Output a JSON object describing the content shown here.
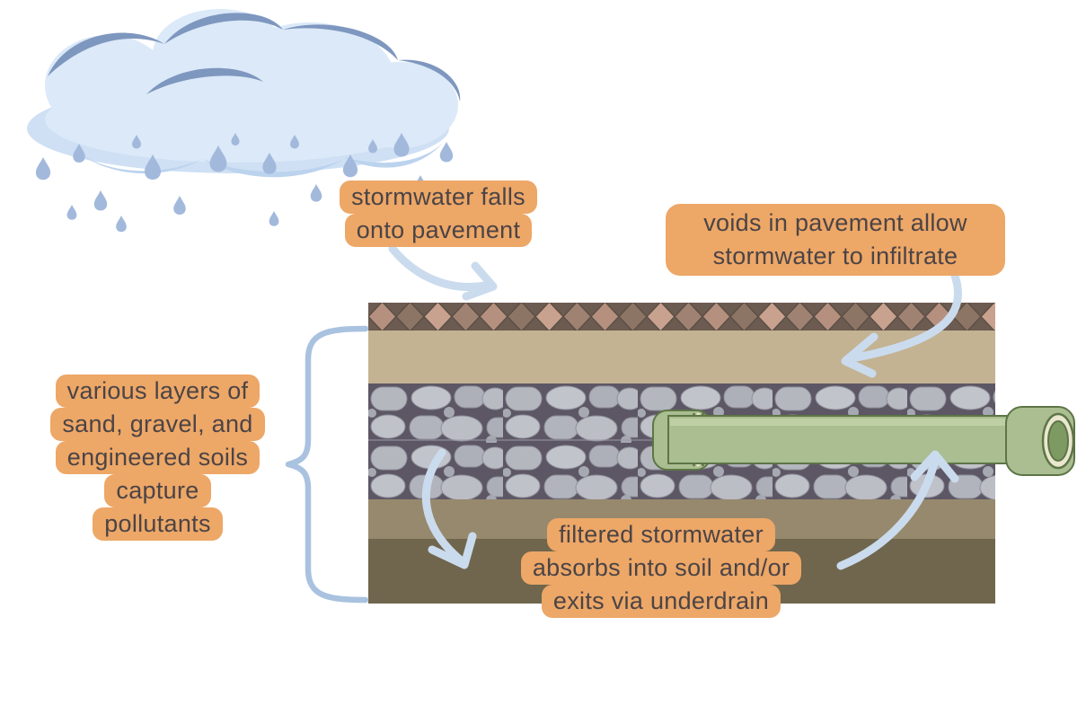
{
  "labels": {
    "stormwater_falls": {
      "lines": [
        "stormwater falls",
        "onto pavement"
      ]
    },
    "voids_infiltrate": {
      "lines": [
        "voids in pavement allow",
        "stormwater to infiltrate"
      ]
    },
    "layers_capture": {
      "lines": [
        "various layers of",
        "sand, gravel, and",
        "engineered soils",
        "capture",
        "pollutants"
      ]
    },
    "filtered_exits": {
      "lines": [
        "filtered stormwater",
        "absorbs into soil and/or",
        "exits via underdrain"
      ]
    }
  },
  "icons": [
    "rain-cloud-icon",
    "raindrops-icon",
    "curly-brace-icon",
    "curved-arrow-icon",
    "paver-layer-icon",
    "sand-layer-icon",
    "gravel-layer-icon",
    "subsoil-layer-icon",
    "deep-soil-layer-icon",
    "underdrain-pipe-icon"
  ],
  "colors": {
    "background": "#ffffff",
    "label_bg": "#eda767",
    "label_text": "#4b4446",
    "arrow_blue": "#cbdbee",
    "bracket_blue": "#a9c2e0",
    "cloud_light": "#dbe9f8",
    "cloud_base": "#cfe0f4",
    "cloud_shadow": "#7e97bf",
    "cloud_scallop": "#bcd3ee",
    "raindrop": "#a2b9dc",
    "paver_brown_1": "#b6907f",
    "paver_brown_2": "#8d7566",
    "paver_brown_3": "#c9a28f",
    "paver_brown_4": "#a08273",
    "paver_mortar": "#6b5b50",
    "sand": "#c3b393",
    "gravel_mortar": "#5d5765",
    "stone_gray": "#b5b7bf",
    "subsoil": "#97896d",
    "deep_soil": "#6f664d",
    "pipe_green": "#aabe91",
    "pipe_outline": "#5e7546",
    "pipe_ring_cream": "#e9e7d0",
    "pipe_bore_green": "#7d9a63"
  }
}
